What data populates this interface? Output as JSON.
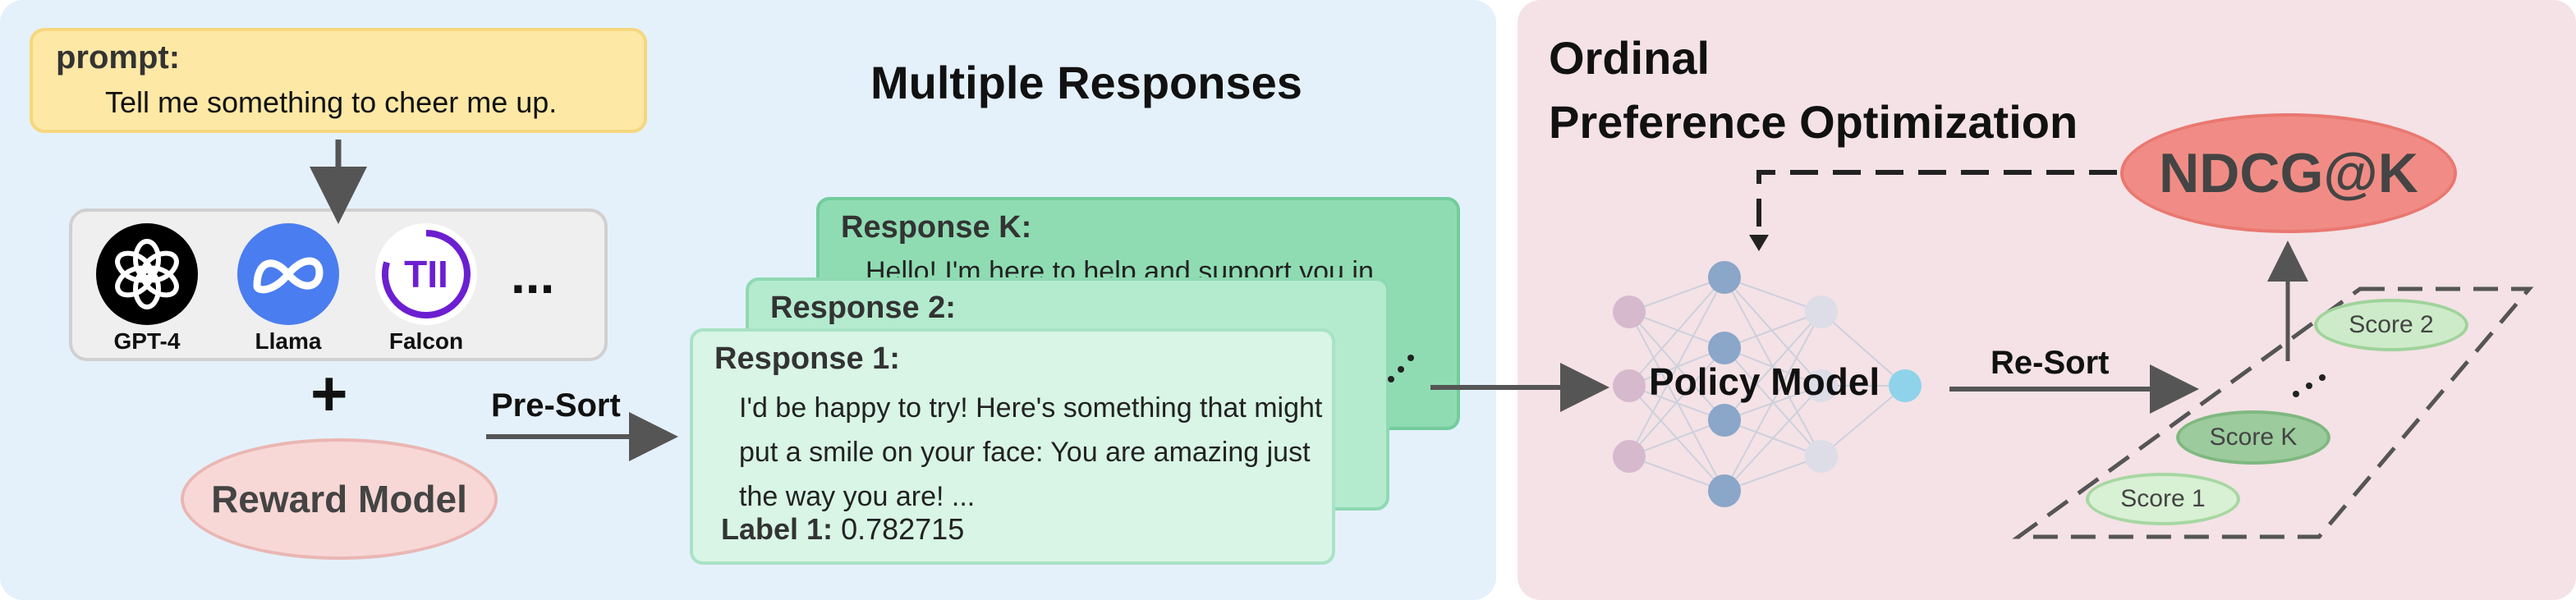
{
  "prompt": {
    "title": "prompt:",
    "text": "Tell me something to cheer me up."
  },
  "models": [
    {
      "name": "GPT-4",
      "icon": "openai-logo-icon"
    },
    {
      "name": "Llama",
      "icon": "meta-logo-icon"
    },
    {
      "name": "Falcon",
      "icon": "tii-logo-icon",
      "logo_text": "TII"
    }
  ],
  "models_more": "...",
  "plus": "+",
  "reward_model": "Reward Model",
  "presort_label": "Pre-Sort",
  "multiple_responses_title": "Multiple Responses",
  "responses": {
    "k": {
      "title": "Response K:",
      "text": "Hello! I'm here to help and support you in"
    },
    "two": {
      "title": "Response 2:"
    },
    "one": {
      "title": "Response 1:",
      "text": "I'd be happy to try! Here's something that might put a smile on your face: You are amazing just the way you are! ...",
      "label_name": "Label 1:",
      "label_value": "0.782715"
    }
  },
  "opo_title": {
    "line1": "Ordinal",
    "line2": "Preference Optimization"
  },
  "ndcg_label": "NDCG@K",
  "policy_model_label": "Policy Model",
  "resort_label": "Re-Sort",
  "scores": {
    "two": "Score 2",
    "k": "Score K",
    "one": "Score 1"
  },
  "colors": {
    "left_panel": "#e4f1fb",
    "right_panel": "#f4e2e6",
    "prompt_box": "#fde8a5",
    "reward_model": "#f7d8d6",
    "ndcg": "#f08c85",
    "card_k": "#8fdcb3",
    "card_2": "#b4ebcf",
    "card_1": "#d8f5e6"
  }
}
